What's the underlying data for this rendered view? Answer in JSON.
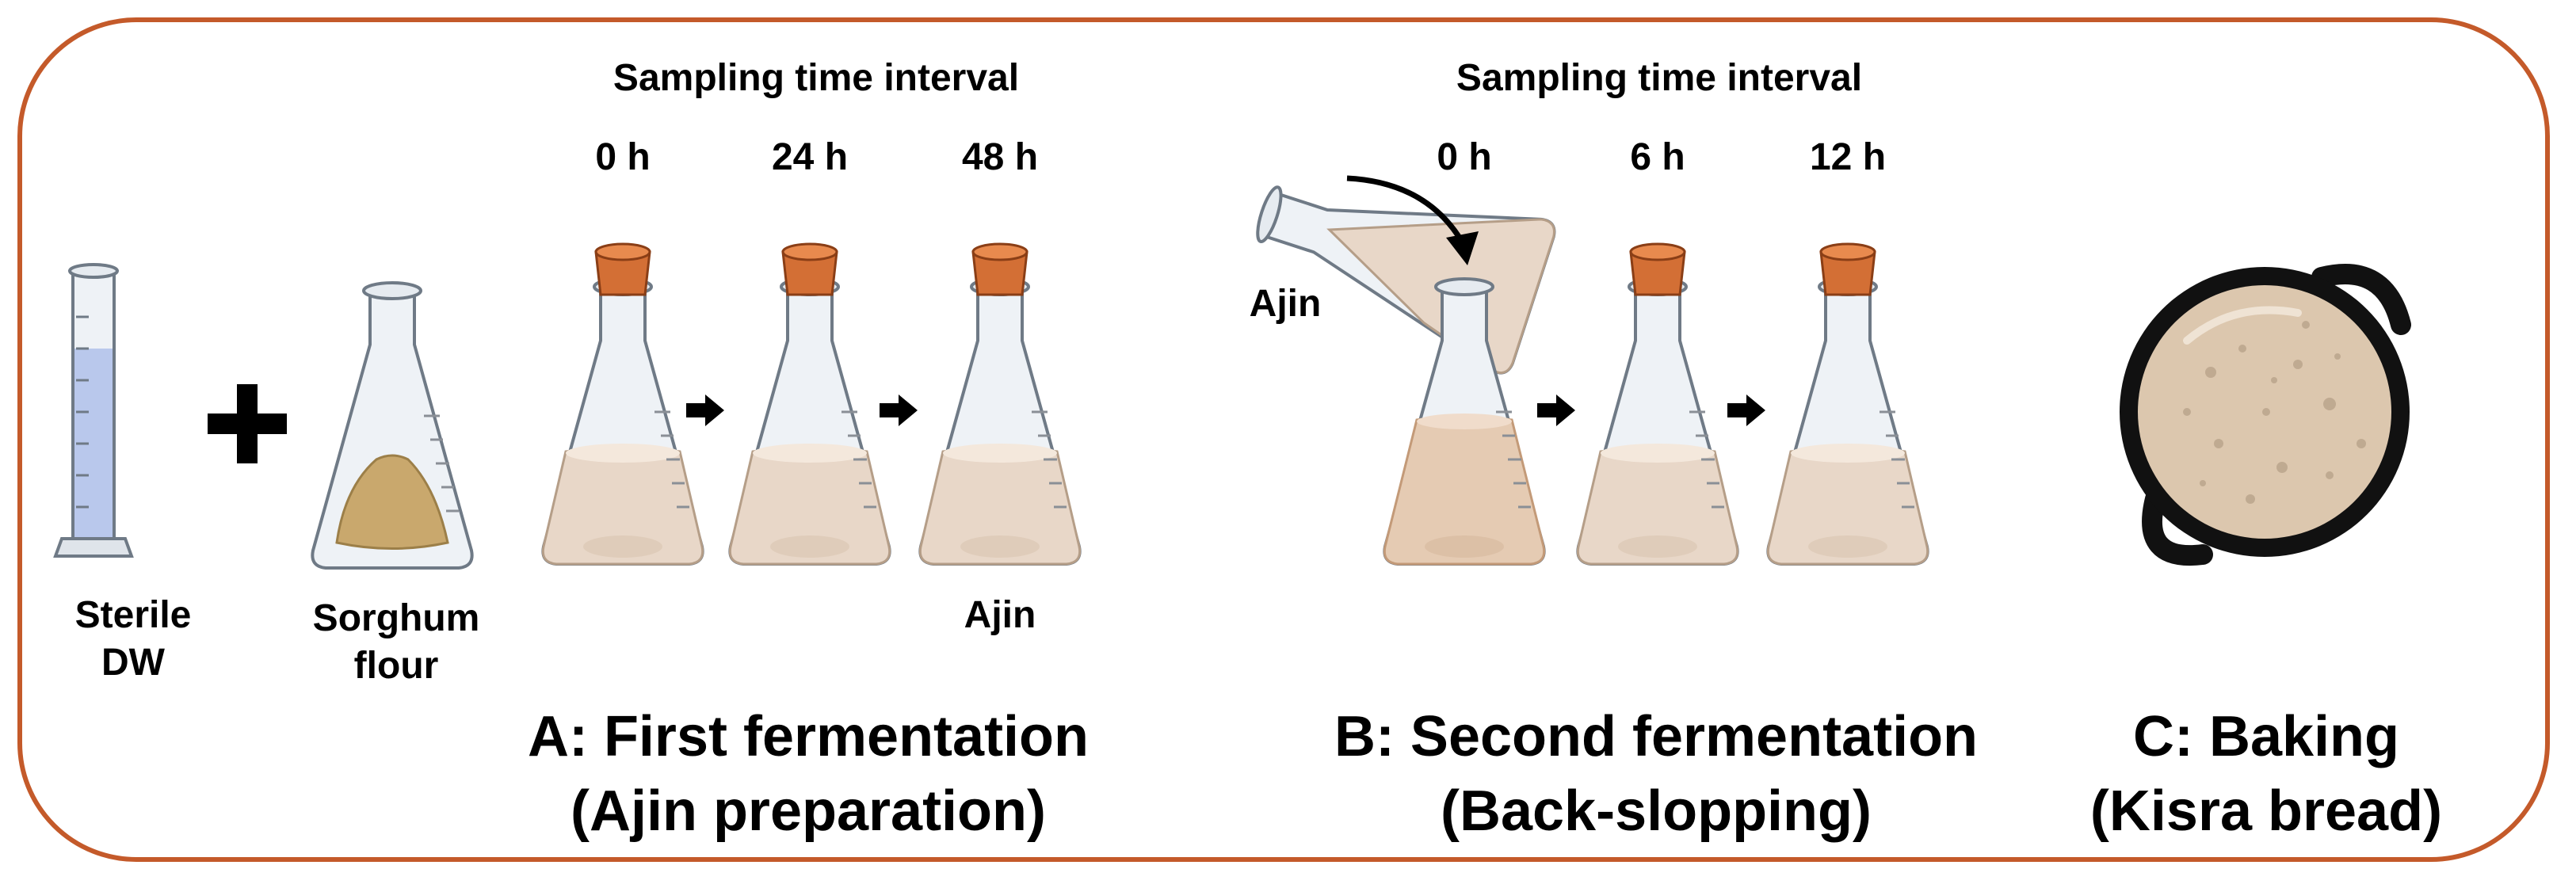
{
  "colors": {
    "border": "#c45a2a",
    "cork": "#d36f35",
    "liquid": "#e8d7c8",
    "glass": "#eef2f6",
    "water": "#b9c8ec",
    "flour": "#c9a86d",
    "bread": "#dcc7ae",
    "pan": "#111111"
  },
  "ingredients": {
    "water_label": [
      "Sterile",
      "DW"
    ],
    "flour_label": [
      "Sorghum",
      "flour"
    ],
    "plus": "+"
  },
  "section_a": {
    "sampling_title": "Sampling time interval",
    "times": [
      "0 h",
      "24 h",
      "48 h"
    ],
    "product_label": "Ajin",
    "title_line1": "A: First fermentation",
    "title_line2": "(Ajin preparation)"
  },
  "section_b": {
    "sampling_title": "Sampling time interval",
    "pour_label": "Ajin",
    "times": [
      "0 h",
      "6 h",
      "12 h"
    ],
    "title_line1": "B: Second fermentation",
    "title_line2": "(Back-slopping)"
  },
  "section_c": {
    "title_line1": "C: Baking",
    "title_line2": "(Kisra bread)"
  }
}
